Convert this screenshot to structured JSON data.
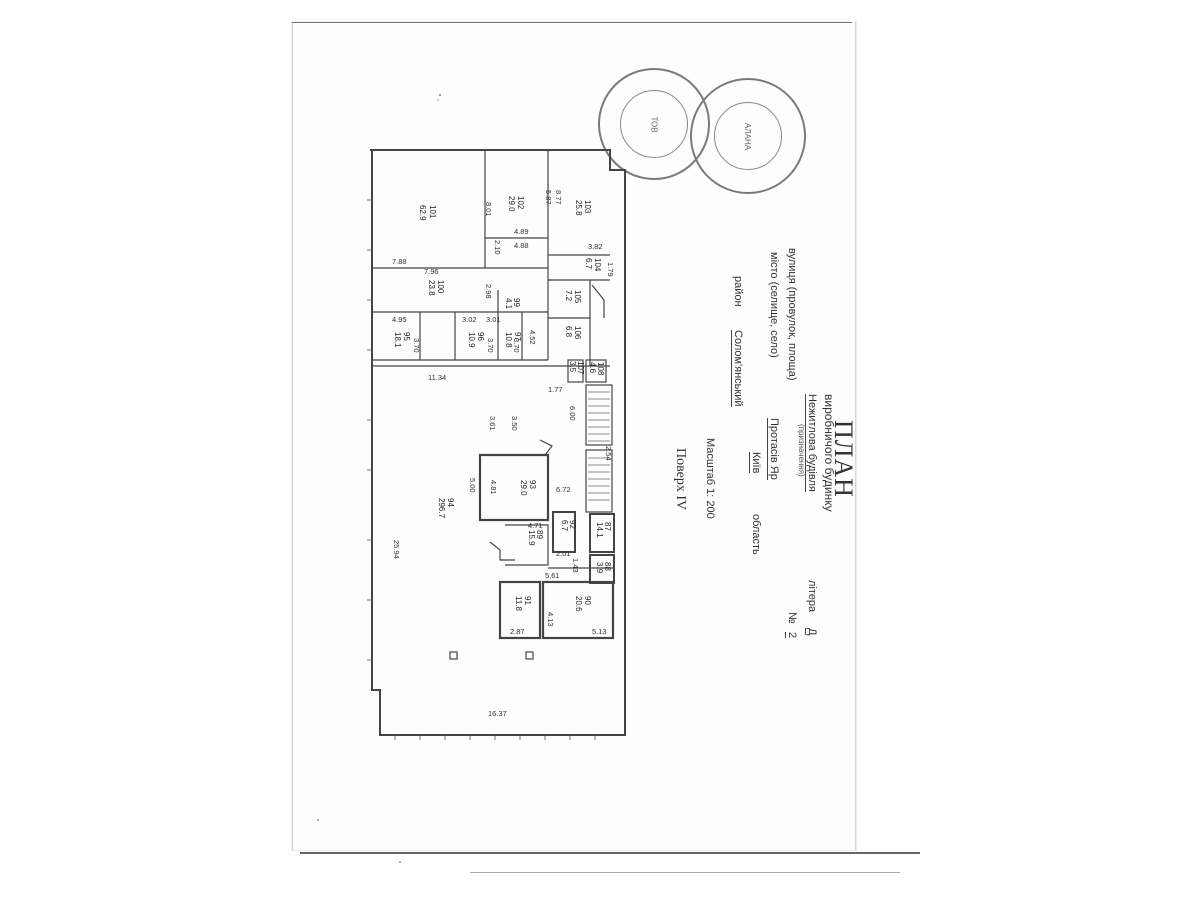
{
  "document": {
    "title": "ПЛАН",
    "subtitle": "виробничого будинку",
    "litera_label": "літера",
    "litera_value": "Д",
    "street_label": "вулиця (провулок, площа)",
    "street_value": "Нежитлова будівля",
    "street_note": "(призначення)",
    "number_label": "№",
    "number_value": "2",
    "city_label": "місто (селище, село)",
    "city_value": "Протасів Яр",
    "district_label": "район",
    "district_value": "Солом'янський",
    "region_value": "Київ",
    "region_label": "область",
    "scale": "Масштаб 1: 200",
    "floor": "Поверх IV"
  },
  "stamps": [
    {
      "text": "ТОВ"
    },
    {
      "text": "АЛАНА"
    }
  ],
  "rooms": [
    {
      "id": "101",
      "area": "62.9"
    },
    {
      "id": "102",
      "area": "29.0"
    },
    {
      "id": "103",
      "area": "25.8"
    },
    {
      "id": "104",
      "area": "6.7"
    },
    {
      "id": "105",
      "area": "7.2"
    },
    {
      "id": "106",
      "area": "6.8"
    },
    {
      "id": "107",
      "area": "3.5"
    },
    {
      "id": "108",
      "area": "4.6"
    },
    {
      "id": "100",
      "area": "23.8"
    },
    {
      "id": "99",
      "area": "4.1"
    },
    {
      "id": "97",
      "area": "10.8"
    },
    {
      "id": "96",
      "area": "10.9"
    },
    {
      "id": "95",
      "area": "18.1"
    },
    {
      "id": "94",
      "area": "296.7"
    },
    {
      "id": "93",
      "area": "29.0"
    },
    {
      "id": "92",
      "area": "6.7"
    },
    {
      "id": "89",
      "area": "15.9"
    },
    {
      "id": "87",
      "area": "14.1"
    },
    {
      "id": "88",
      "area": "3.9"
    },
    {
      "id": "91",
      "area": "11.8"
    },
    {
      "id": "90",
      "area": "20.6"
    }
  ],
  "dimensions": {
    "d_801": "8.01",
    "d_587": "5.87",
    "d_877": "8.77",
    "d_489": "4.89",
    "d_488": "4.88",
    "d_382": "3.82",
    "d_179": "1.79",
    "d_788": "7.88",
    "d_796": "7.96",
    "d_298": "2.98",
    "d_210": "2.10",
    "d_495": "4.95",
    "d_302": "3.02",
    "d_301": "3.01",
    "d_370a": "3.70",
    "d_370b": "3.70",
    "d_370c": "3.70",
    "d_452": "4.52",
    "d_1134": "11.34",
    "d_177": "1.77",
    "d_600": "6.00",
    "d_350": "3.50",
    "d_361": "3.61",
    "d_500": "5.00",
    "d_481": "4.81",
    "d_672": "6.72",
    "d_471": "4.71",
    "d_201": "2.01",
    "d_143": "1.43",
    "d_561": "5.61",
    "d_413": "4.13",
    "d_287": "2.87",
    "d_513": "5.13",
    "d_1637": "16.37",
    "d_2594": "25.94",
    "d_254": "2.54"
  }
}
